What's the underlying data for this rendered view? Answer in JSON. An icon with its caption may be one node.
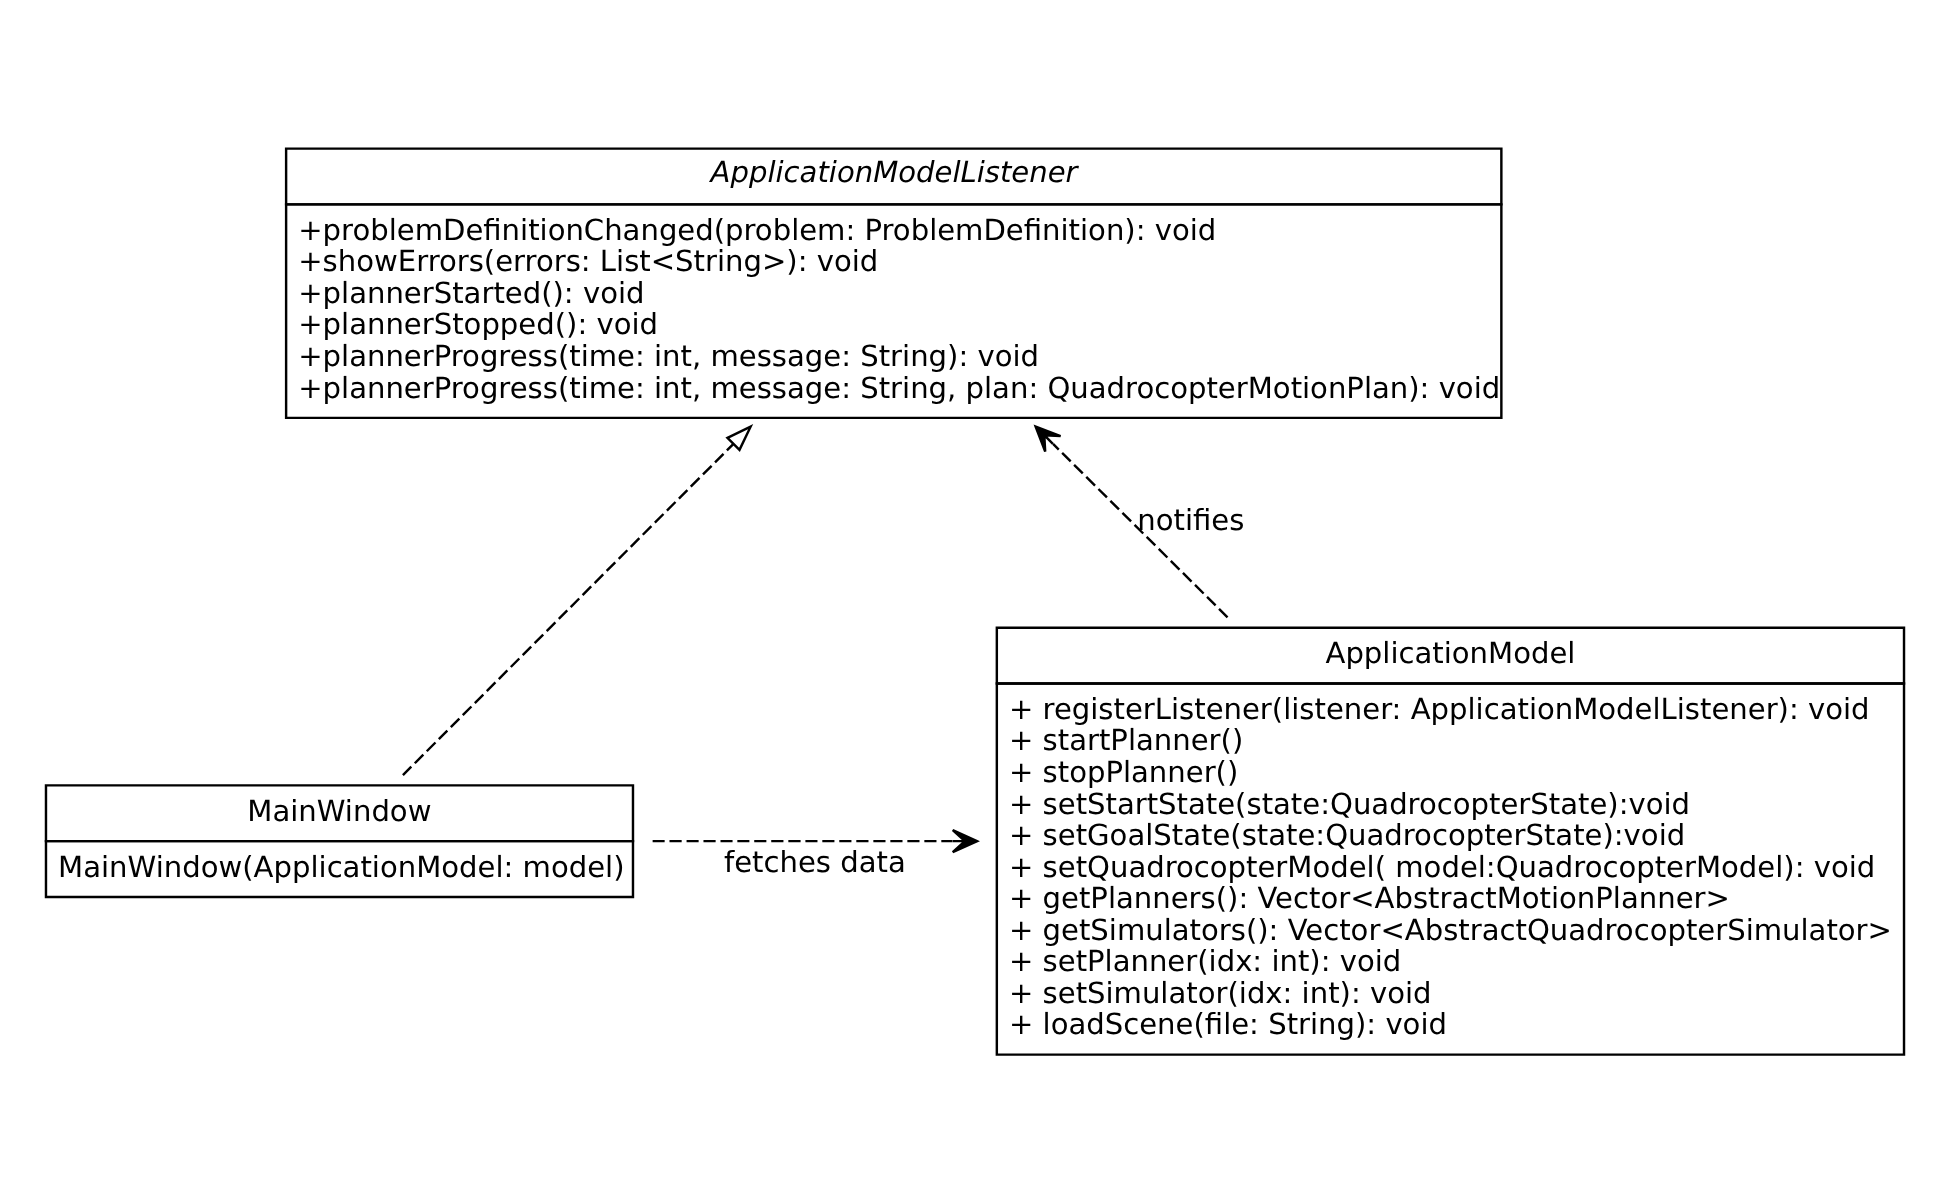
{
  "diagram": {
    "nodes": [
      {
        "text": [
          "ApplicationModelListener",
          "+problemDefinitionChanged(problem: ProblemDefinition): void",
          "+showErrors(errors: List<String>): void",
          "+plannerStarted(): void",
          "+plannerStopped(): void",
          "+plannerProgress(time: int, message: String): void",
          "+plannerProgress(time: int, message: String, plan: QuadrocopterMotionPlan): void"
        ]
      },
      {
        "text": [
          "MainWindow",
          "MainWindow(ApplicationModel: model)"
        ]
      },
      {
        "text": [
          "ApplicationModel",
          "+ registerListener(listener: ApplicationModelListener): void",
          "+ startPlanner()",
          "+ stopPlanner()",
          "+ setStartState(state:QuadrocopterState):void",
          "+ setGoalState(state:QuadrocopterState):void",
          "+ setQuadrocopterModel( model:QuadrocopterModel): void",
          "+ getPlanners(): Vector<AbstractMotionPlanner>",
          "+ getSimulators(): Vector<AbstractQuadrocopterSimulator>",
          "+ setPlanner(idx: int): void",
          "+ setSimulator(idx: int): void",
          "+ loadScene(file: String): void"
        ]
      }
    ],
    "edges": [
      {
        "from": 2,
        "to": 0,
        "arrow": "to",
        "label": "notifies",
        "style": "dashed"
      },
      {
        "from": 1,
        "to": 0,
        "arrow": "to",
        "style": "dashed"
      },
      {
        "from": 1,
        "to": 2,
        "arrow": "to",
        "label": "fetches data",
        "style": "dashed"
      }
    ]
  }
}
